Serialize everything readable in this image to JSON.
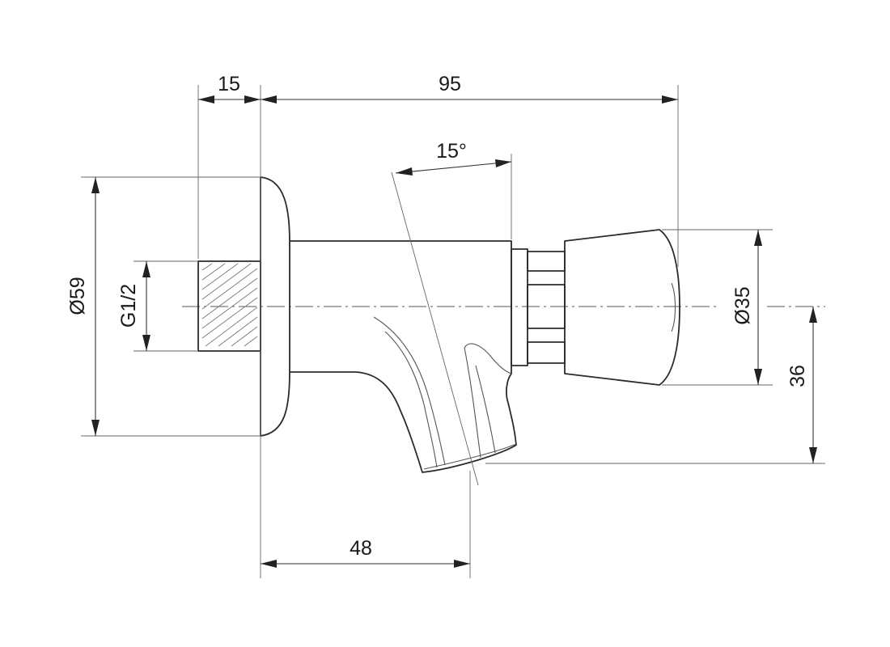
{
  "dimensions": {
    "flange_thickness": "15",
    "overall_length": "95",
    "spout_angle": "15°",
    "flange_diameter": "Ø59",
    "thread_size": "G1/2",
    "handle_diameter": "Ø35",
    "spout_height": "36",
    "spout_offset": "48"
  },
  "colors": {
    "line": "#2b2b2b",
    "background": "#ffffff"
  }
}
